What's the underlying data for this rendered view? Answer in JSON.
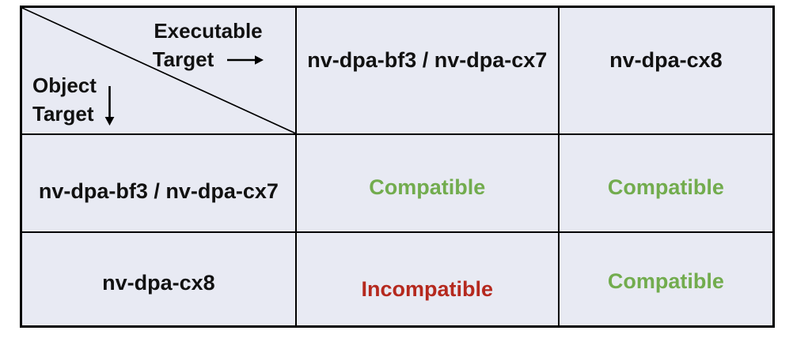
{
  "figure": {
    "corner": {
      "column_axis": {
        "line1": "Executable",
        "line2": "Target",
        "arrow": "→"
      },
      "row_axis": {
        "line1": "Object",
        "line2": "Target",
        "arrow": "↓"
      }
    },
    "column_headers": [
      "nv-dpa-bf3 / nv-dpa-cx7",
      "nv-dpa-cx8"
    ],
    "row_headers": [
      "nv-dpa-bf3 / nv-dpa-cx7",
      "nv-dpa-cx8"
    ],
    "cells": [
      [
        {
          "label": "Compatible",
          "status": "compatible"
        },
        {
          "label": "Compatible",
          "status": "compatible"
        }
      ],
      [
        {
          "label": "Incompatible",
          "status": "incompatible"
        },
        {
          "label": "Compatible",
          "status": "compatible"
        }
      ]
    ]
  },
  "colors": {
    "cell_background": "#E8EAF3",
    "border": "#000000",
    "header_text": "#111111",
    "compatible_text": "#72AC4E",
    "incompatible_text": "#B5291E"
  },
  "icons": {
    "right_arrow": "right-arrow",
    "down_arrow": "down-arrow",
    "diagonal_divider": "diagonal-line"
  }
}
